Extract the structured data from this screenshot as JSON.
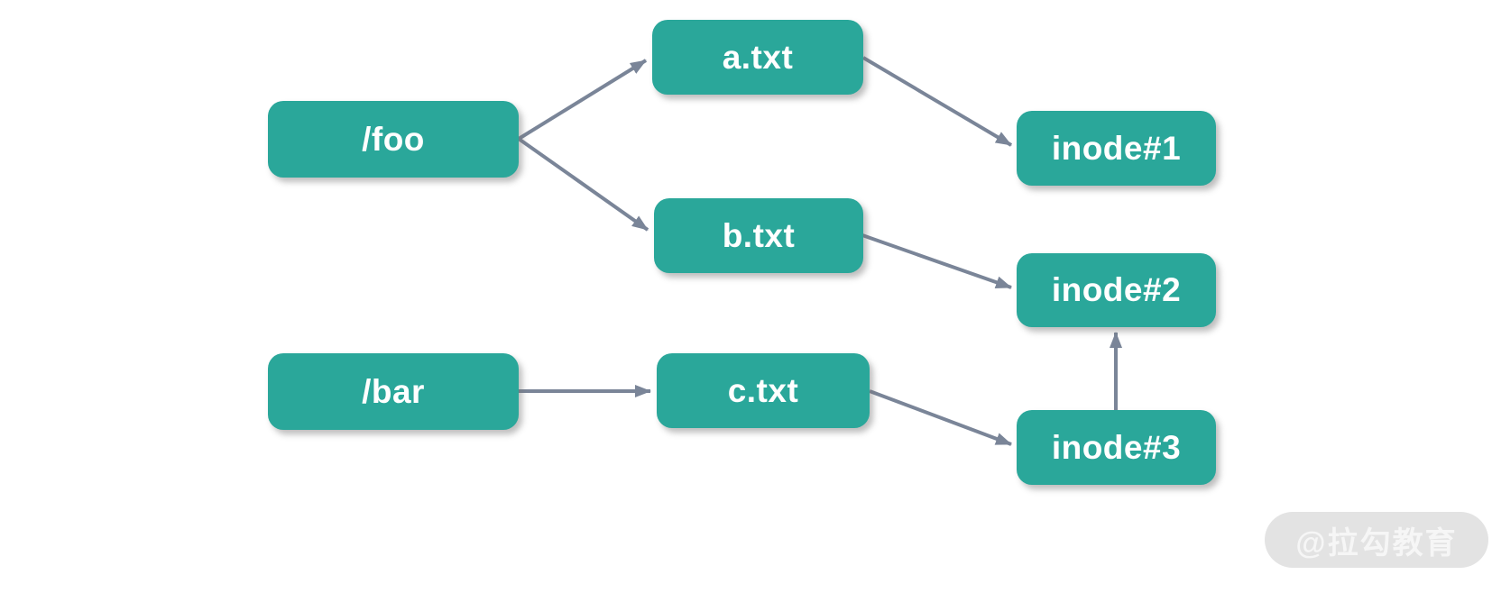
{
  "diagram": {
    "title_hint": "directory entries to inode mapping (hard links)",
    "nodes": {
      "foo": {
        "label": "/foo",
        "type": "directory"
      },
      "bar": {
        "label": "/bar",
        "type": "directory"
      },
      "a_txt": {
        "label": "a.txt",
        "type": "file"
      },
      "b_txt": {
        "label": "b.txt",
        "type": "file"
      },
      "c_txt": {
        "label": "c.txt",
        "type": "file"
      },
      "inode1": {
        "label": "inode#1",
        "type": "inode"
      },
      "inode2": {
        "label": "inode#2",
        "type": "inode"
      },
      "inode3": {
        "label": "inode#3",
        "type": "inode"
      }
    },
    "edges": [
      {
        "from": "/foo",
        "to": "a.txt"
      },
      {
        "from": "/foo",
        "to": "b.txt"
      },
      {
        "from": "a.txt",
        "to": "inode#1"
      },
      {
        "from": "b.txt",
        "to": "inode#2"
      },
      {
        "from": "/bar",
        "to": "c.txt"
      },
      {
        "from": "c.txt",
        "to": "inode#3"
      },
      {
        "from": "inode#3",
        "to": "inode#2"
      }
    ],
    "colors": {
      "node_fill": "#2aa79a",
      "node_text": "#ffffff",
      "arrow": "#7a8598",
      "background": "#ffffff"
    }
  },
  "watermark": {
    "label": "@拉勾教育"
  }
}
